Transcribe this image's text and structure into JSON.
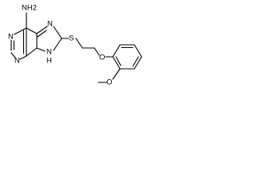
{
  "molecule": {
    "atoms": {
      "amine": "NH2",
      "n1": "N",
      "n3": "N",
      "n7": "N",
      "n9": "N",
      "n9_h": "H",
      "sulfur": "S",
      "ether_o": "O",
      "methoxy": "O"
    }
  }
}
